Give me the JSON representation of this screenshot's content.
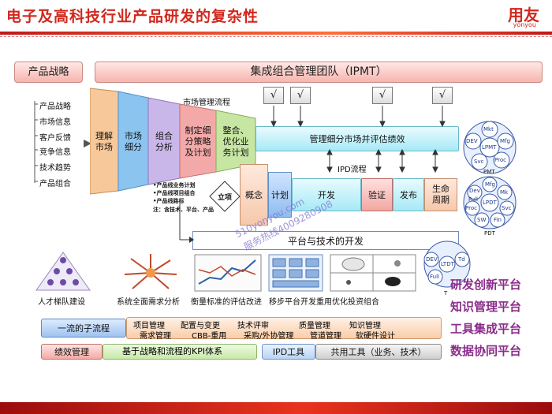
{
  "header": {
    "title": "电子及高科技行业产品研发的复杂性",
    "logo": "用友",
    "logo_sub": "yonyou"
  },
  "top": {
    "strategy": "产品战略",
    "ipmt": "集成组合管理团队（IPMT）",
    "market_flow": "市场管理流程",
    "checks": [
      "√",
      "√",
      "√",
      "√"
    ]
  },
  "left_labels": [
    "产品战略",
    "市场信息",
    "客户反馈",
    "竞争信息",
    "技术趋势",
    "产品组合"
  ],
  "funnel": [
    "理解市场",
    "市场细分",
    "组合分析",
    "制定细分策略及计划",
    "整合、优化业务计划"
  ],
  "funnel_lines": [
    [
      "理解",
      "市场"
    ],
    [
      "市场",
      "细分"
    ],
    [
      "组合",
      "分析"
    ],
    [
      "制定细",
      "分策略",
      "及计划"
    ],
    [
      "整合、",
      "优化业",
      "务计划"
    ]
  ],
  "bullets": [
    "•产品线业务计划",
    "•产品线项目组合",
    "•产品线路标",
    "注：含技术、平台、产品"
  ],
  "manage_bar": "管理细分市场并评估绩效",
  "ipd": {
    "label": "IPD流程",
    "decision": "立项",
    "stages": [
      "概念",
      "计划",
      "开发",
      "验证",
      "发布",
      "生命周期"
    ],
    "stage_lines": [
      [
        "概念"
      ],
      [
        "计划"
      ],
      [
        "开发"
      ],
      [
        "验证"
      ],
      [
        "发布"
      ],
      [
        "生命",
        "周期"
      ]
    ]
  },
  "platform_bar": "平台与技术的开发",
  "circles": {
    "pmt": {
      "center": "LPMT",
      "nodes": [
        "Mkt",
        "Mfg",
        "Proc",
        "Svc",
        "DEV"
      ],
      "label": "PMT"
    },
    "pdt": {
      "center": "LPDT",
      "nodes": [
        "Mfg",
        "Mk",
        "Svc",
        "Fin",
        "SW",
        "Proc",
        "Full",
        "Dev"
      ],
      "label": "PDT"
    },
    "ltdt": {
      "center": "LTDT",
      "nodes": [
        "Td",
        "Full",
        "DEV"
      ],
      "label": "T"
    }
  },
  "captions": [
    "人才梯队建设",
    "系统全面需求分析",
    "衡量标准的评估改进",
    "移步平台开发重用优化投资组合"
  ],
  "platforms": [
    "研发创新平台",
    "知识管理平台",
    "工具集成平台",
    "数据协同平台"
  ],
  "bottom": {
    "subprocess": "一流的子流程",
    "items_row1": [
      "项目管理",
      "配置与变更",
      "技术评审",
      "质量管理",
      "知识管理"
    ],
    "items_row2": [
      "需求管理",
      "CBB-重用",
      "采购/外协管理",
      "管道管理",
      "软硬件设计"
    ],
    "kpi_label": "绩效管理",
    "kpi_text": "基于战略和流程的KPI体系",
    "ipd_tools": "IPD工具",
    "common_tools": "共用工具（业务、技术）"
  },
  "watermark": [
    "510yonyou.com",
    "服务热线4009280908"
  ],
  "colors": {
    "brand": "#d2281e",
    "accent_cyan": "#a7e9f6",
    "accent_pink": "#f5b5ae",
    "platform_text": "#8a2d8a"
  }
}
